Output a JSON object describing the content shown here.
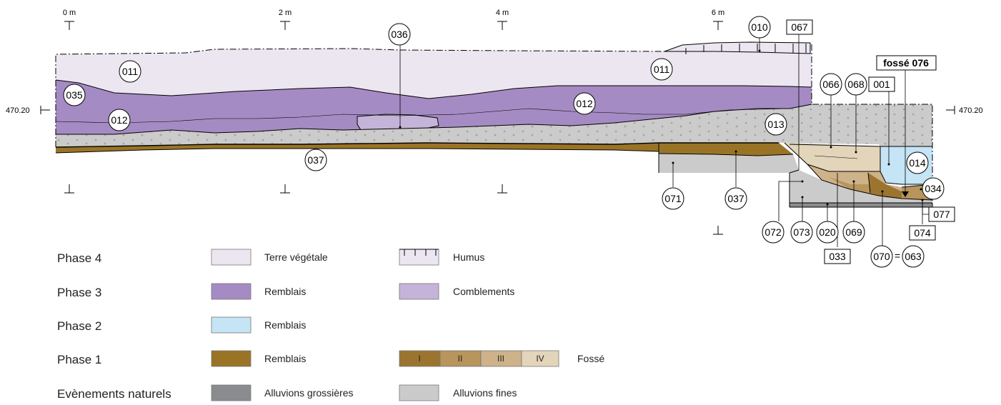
{
  "scale": {
    "ticks": [
      "0 m",
      "2 m",
      "4 m",
      "6 m"
    ],
    "elevation_left": "470.20",
    "elevation_right": "470.20"
  },
  "units": {
    "u011a": "011",
    "u011b": "011",
    "u035": "035",
    "u012a": "012",
    "u012b": "012",
    "u036": "036",
    "u010": "010",
    "u013": "013",
    "u037a": "037",
    "u037b": "037",
    "u066": "066",
    "u068": "068",
    "u014": "014",
    "u034": "034",
    "u071": "071",
    "u072": "072",
    "u073": "073",
    "u020": "020",
    "u069": "069",
    "u070": "070",
    "u063": "063",
    "eq": "="
  },
  "boxes": {
    "b067": "067",
    "b001": "001",
    "fosse": "fossé 076",
    "b077": "077",
    "b074": "074",
    "b033": "033"
  },
  "legend": {
    "phases": [
      "Phase 4",
      "Phase 3",
      "Phase 2",
      "Phase 1",
      "Evènements naturels"
    ],
    "col1": [
      "Terre végétale",
      "Remblais",
      "Remblais",
      "Remblais",
      "Alluvions grossières"
    ],
    "col2": [
      "Humus",
      "Comblements",
      "Fossé",
      "Alluvions fines"
    ],
    "fosse_segments": [
      "I",
      "II",
      "III",
      "IV"
    ]
  },
  "colors": {
    "terre_vegetale": "#ECE6F1",
    "remblais_phase3": "#A58BC3",
    "comblements": "#C5B4D9",
    "remblais_phase2": "#C5E4F5",
    "remblais_phase1": "#9A7426",
    "fosse_I": "#9B7530",
    "fosse_II": "#B7955C",
    "fosse_III": "#CDB28A",
    "fosse_IV": "#E3D5BA",
    "alluvions_grossieres": "#8B8C8F",
    "alluvions_fines": "#CBCBCB"
  }
}
